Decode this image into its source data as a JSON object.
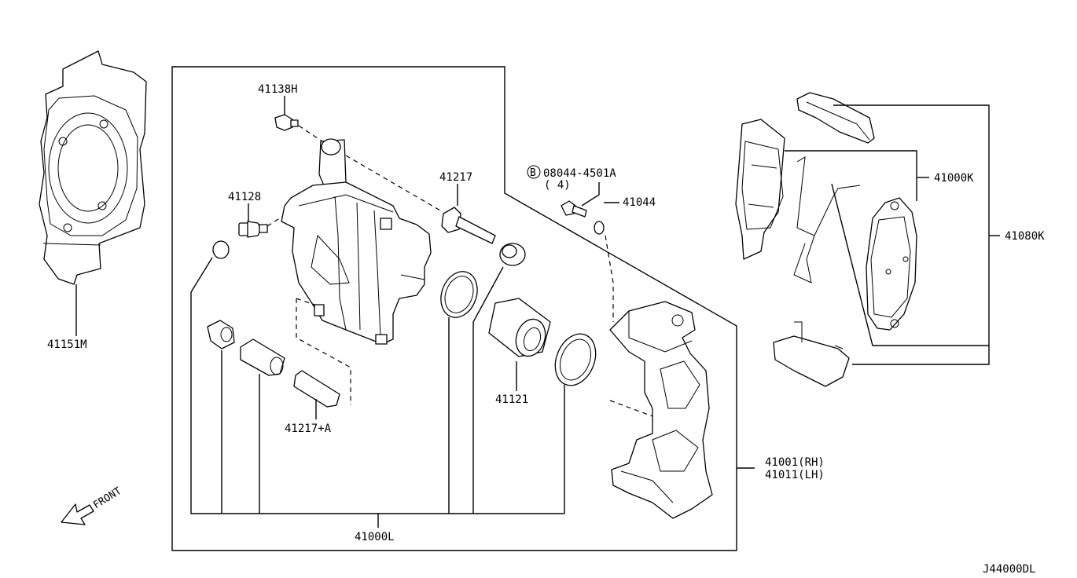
{
  "diagram_id": "J44000DL",
  "front_label": "FRONT",
  "assembly_labels": {
    "caliper_assembly": "41000L",
    "pad_kit": "41000K",
    "pad_hardware_kit": "41080K"
  },
  "part_labels": {
    "dust_shield": "41151M",
    "bleeder_screw": "41138H",
    "bleeder_cap": "41128",
    "guide_pin": "41217",
    "guide_pin_alt": "41217+A",
    "bolt_ref": "08044-4501A",
    "bolt_ref_marker": "B",
    "bolt_qty": "( 4)",
    "washer": "41044",
    "piston": "41121",
    "torque_member_rh": "41001(RH)",
    "torque_member_lh": "41011(LH)"
  }
}
